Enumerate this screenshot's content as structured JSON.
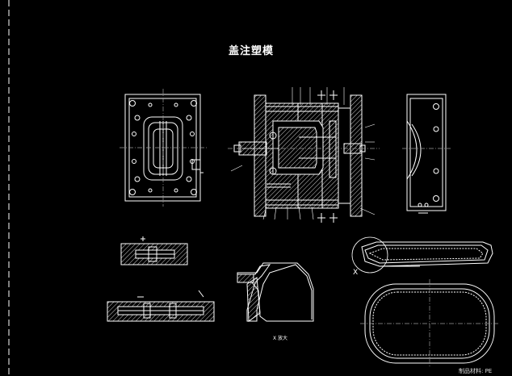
{
  "drawing": {
    "title": "盖注塑模",
    "detail_label": "X 放大",
    "material_note": "制品材料: PE",
    "section_mark": "X",
    "colors": {
      "background": "#000000",
      "line": "#ffffff",
      "hatch": "#cfcfcf",
      "center_line": "#9a9a9a"
    }
  }
}
